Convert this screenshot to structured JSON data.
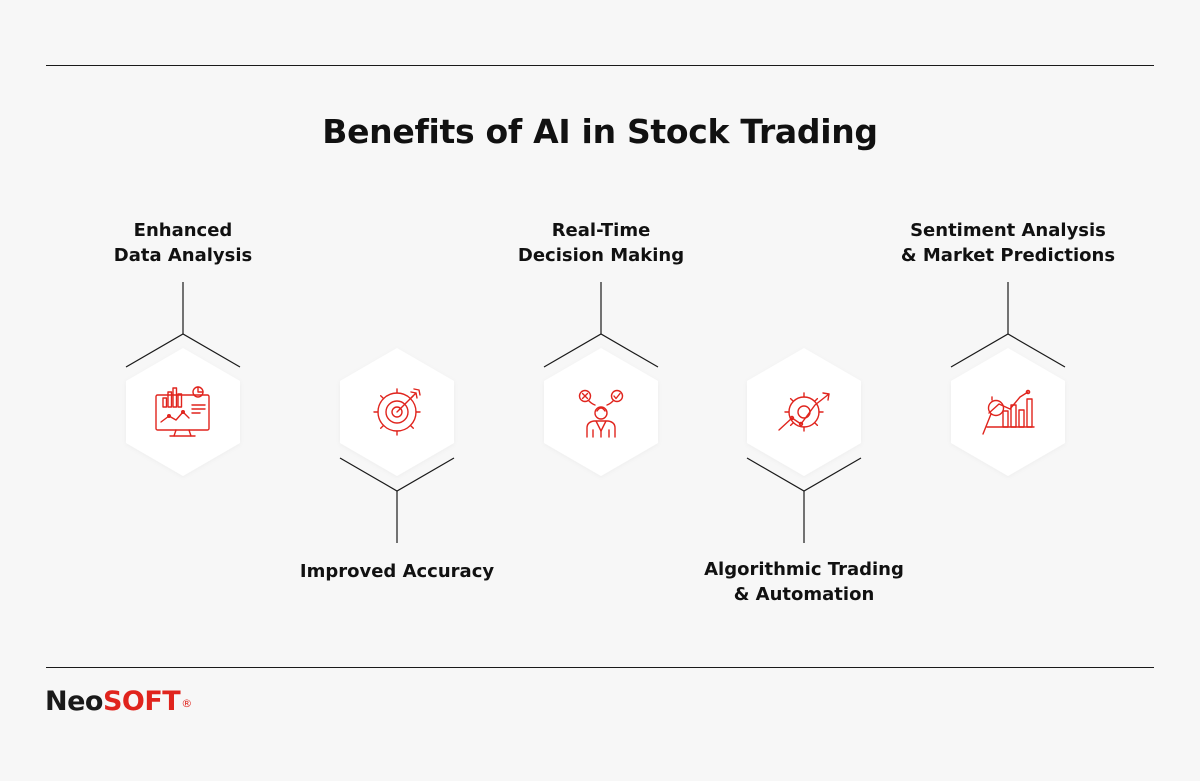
{
  "title": "Benefits of AI in Stock Trading",
  "accent_color": "#e0241d",
  "items": [
    {
      "line1": "Enhanced",
      "line2": "Data Analysis",
      "icon": "data-analysis-monitor-icon",
      "position": "top"
    },
    {
      "line1": "Improved Accuracy",
      "line2": "",
      "icon": "target-gear-icon",
      "position": "bottom"
    },
    {
      "line1": "Real-Time",
      "line2": "Decision Making",
      "icon": "decision-maker-icon",
      "position": "top"
    },
    {
      "line1": "Algorithmic Trading",
      "line2": "& Automation",
      "icon": "gear-trend-icon",
      "position": "bottom"
    },
    {
      "line1": "Sentiment Analysis",
      "line2": "& Market Predictions",
      "icon": "market-prediction-chart-icon",
      "position": "top"
    }
  ],
  "brand": {
    "part1": "Neo",
    "part2": "SOFT",
    "mark": "®"
  }
}
